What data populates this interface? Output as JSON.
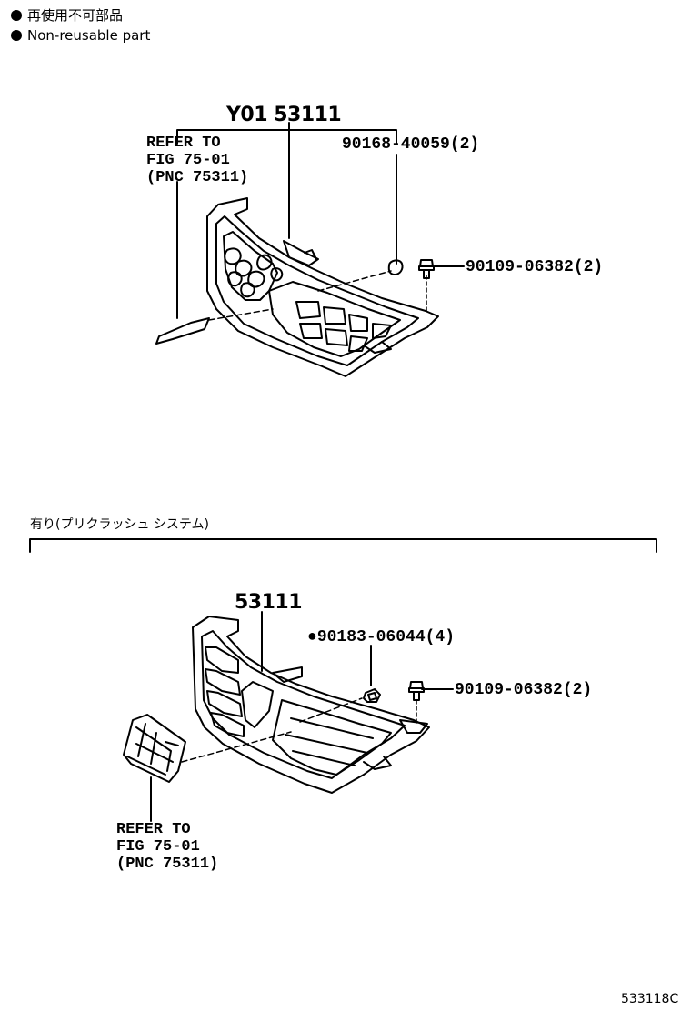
{
  "legend": {
    "line_ja": "再使用不可部品",
    "line_en": "Non-reusable part"
  },
  "upper": {
    "assembly_label": "Y01 53111",
    "refer_lines": [
      "REFER TO",
      "FIG 75-01",
      "(PNC 75311)"
    ],
    "part_clip": "90168-40059(2)",
    "part_screw": "90109-06382(2)"
  },
  "section": {
    "label": "有り(プリクラッシュ システム)"
  },
  "lower": {
    "assembly_label": "53111",
    "part_nut_marker": "●",
    "part_nut": "90183-06044(4)",
    "part_screw": "90109-06382(2)",
    "refer_lines": [
      "REFER TO",
      "FIG 75-01",
      "(PNC 75311)"
    ]
  },
  "figure_id": "533118C"
}
